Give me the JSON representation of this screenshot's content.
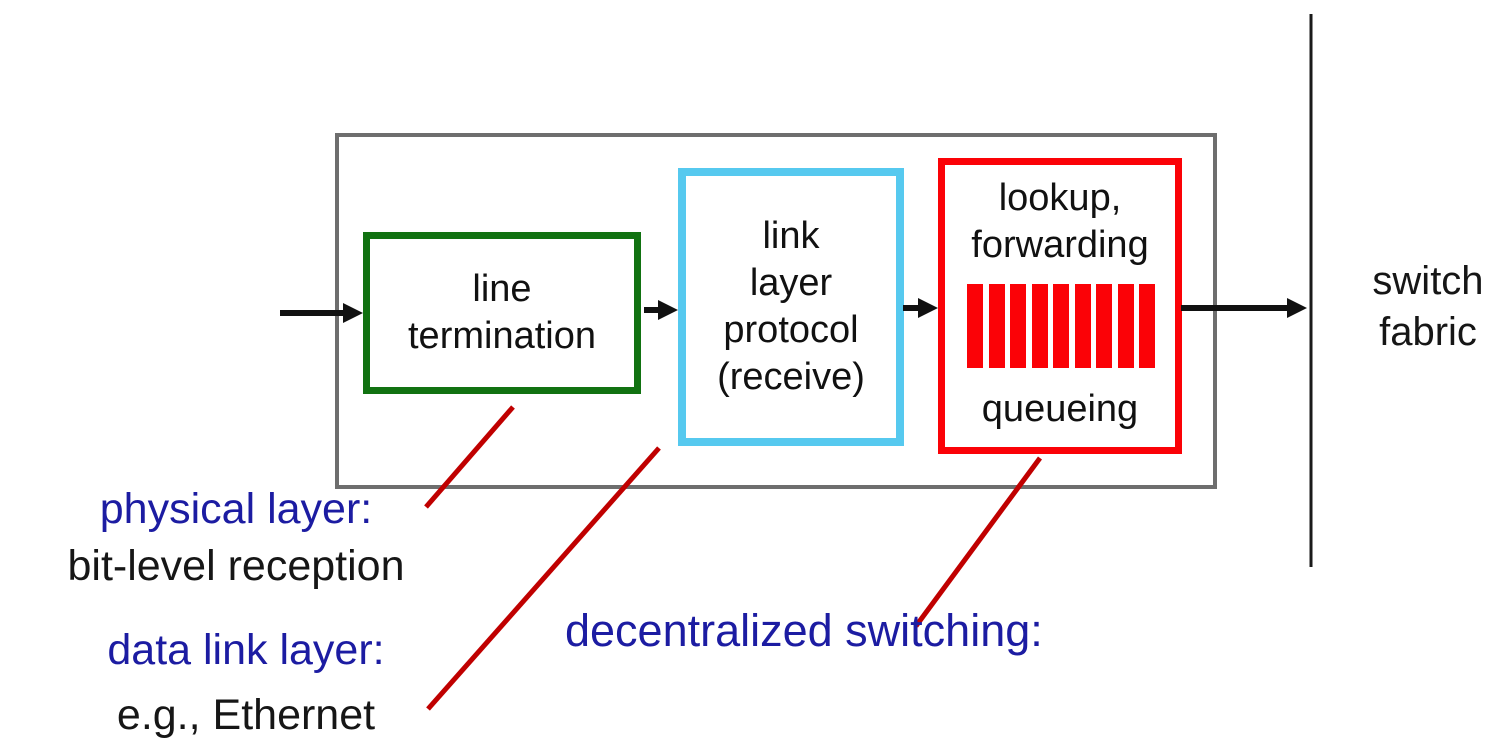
{
  "diagram": {
    "title_implicit": "router input port processing",
    "boxes": {
      "line_termination": {
        "label": "line\ntermination",
        "border_color": "#117211"
      },
      "link_layer_protocol": {
        "label": "link\nlayer\nprotocol\n(receive)",
        "border_color": "#56c9ef"
      },
      "lookup_forwarding": {
        "top_label": "lookup,\nforwarding",
        "bottom_label": "queueing",
        "border_color": "#fb0207",
        "queue_bar_count": 9,
        "queue_bar_color": "#fb0207"
      }
    },
    "switch_fabric_label": "switch\nfabric",
    "annotations": {
      "physical_layer": {
        "title": "physical layer:",
        "subtitle": "bit-level reception",
        "title_color": "#1c1ca2",
        "subtitle_color": "#161616"
      },
      "data_link_layer": {
        "title": "data link layer:",
        "subtitle": "e.g., Ethernet",
        "title_color": "#1c1ca2",
        "subtitle_color": "#161616"
      },
      "decentralized_switching": {
        "title": "decentralized switching:",
        "title_color": "#1c1ca2"
      }
    },
    "colors": {
      "outer_box_border": "#6e6e6e",
      "arrow": "#111111",
      "callout_line": "#c00000",
      "switch_fabric_divider": "#1a1a1a",
      "background": "#ffffff"
    }
  }
}
